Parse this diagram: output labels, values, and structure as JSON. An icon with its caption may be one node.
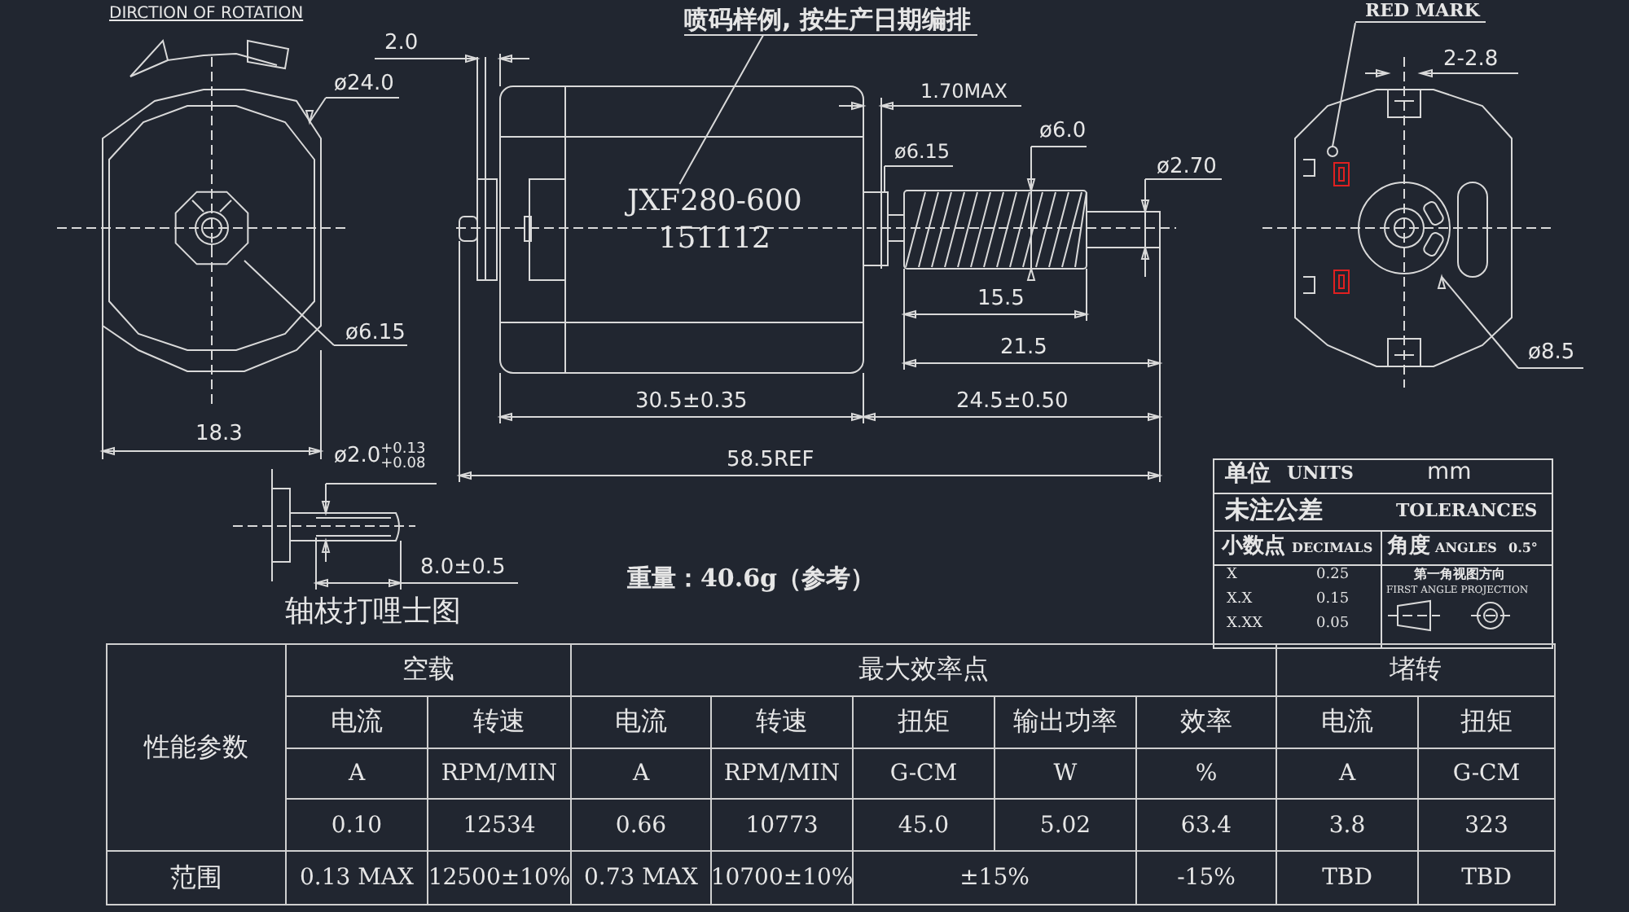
{
  "diagram": {
    "nodes": [
      {
        "text": [
          "喷码样例, 按生产日期编排"
        ]
      },
      {
        "text": [
          "RED MARK"
        ]
      },
      {
        "text": [
          "JXF280-600",
          "151112"
        ]
      }
    ],
    "edges": [
      {
        "from": 0,
        "to": 2,
        "arrow": "none"
      },
      {
        "from": 1,
        "to": null,
        "arrow": "other"
      }
    ],
    "labels": [
      "DIRCTION OF ROTATION",
      "2.0",
      "ø24.0",
      "1.70MAX",
      "ø6.15",
      "ø6.0",
      "ø2.70",
      "2-2.8",
      "ø6.15",
      "15.5",
      "21.5",
      "ø8.5",
      "18.3",
      "30.5±0.35",
      "24.5±0.50",
      "ø2.0$^{+0.13}$$_{+0.08}$",
      "58.5REF",
      "8.0±0.5",
      "轴枝打哩士图",
      "重量：40.6g（参考）",
      "单位",
      "UNITS",
      "mm",
      "未注公差",
      "TOLERANCES",
      "小数点",
      "DECIMALS",
      "角度",
      "ANGLES",
      "0.5°",
      "X",
      "0.25",
      "X.X",
      "0.15",
      "X.XX",
      "0.05",
      "第一角视图方向",
      "FIRST ANGLE PROJECTION",
      "性能参数",
      "空载",
      "最大效率点",
      "堵转",
      "电流",
      "转速",
      "电流",
      "转速",
      "扭矩",
      "输出功率",
      "效率",
      "电流",
      "扭矩",
      "A",
      "RPM/MIN",
      "A",
      "RPM/MIN",
      "G-CM",
      "W",
      "%",
      "A",
      "G-CM",
      "0.10",
      "12534",
      "0.66",
      "10773",
      "45.0",
      "5.02",
      "63.4",
      "3.8",
      "323",
      "范围",
      "0.13 MAX",
      "12500±10%",
      "0.73 MAX",
      "10700±10%",
      "±15%",
      "-15%",
      "TBD",
      "TBD"
    ]
  }
}
